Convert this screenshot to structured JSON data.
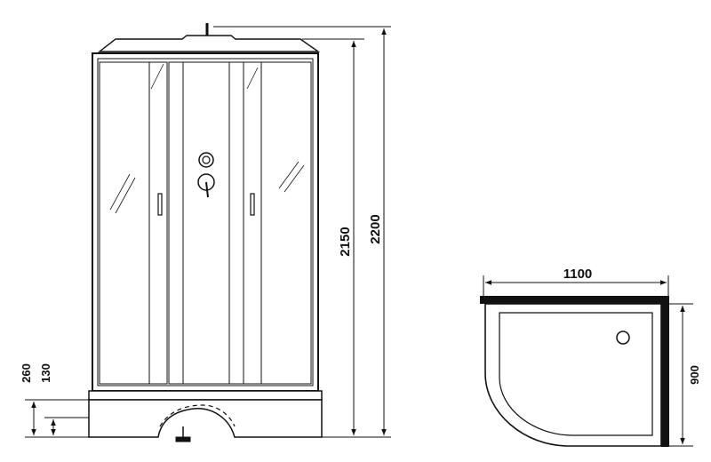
{
  "dimensions": {
    "height_total": "2200",
    "height_cabin": "2150",
    "height_tray": "260",
    "height_step": "130",
    "tray_width": "1100",
    "tray_depth": "900"
  },
  "colors": {
    "line": "#111111",
    "glass": "#ffffff",
    "accent": "#000000"
  }
}
